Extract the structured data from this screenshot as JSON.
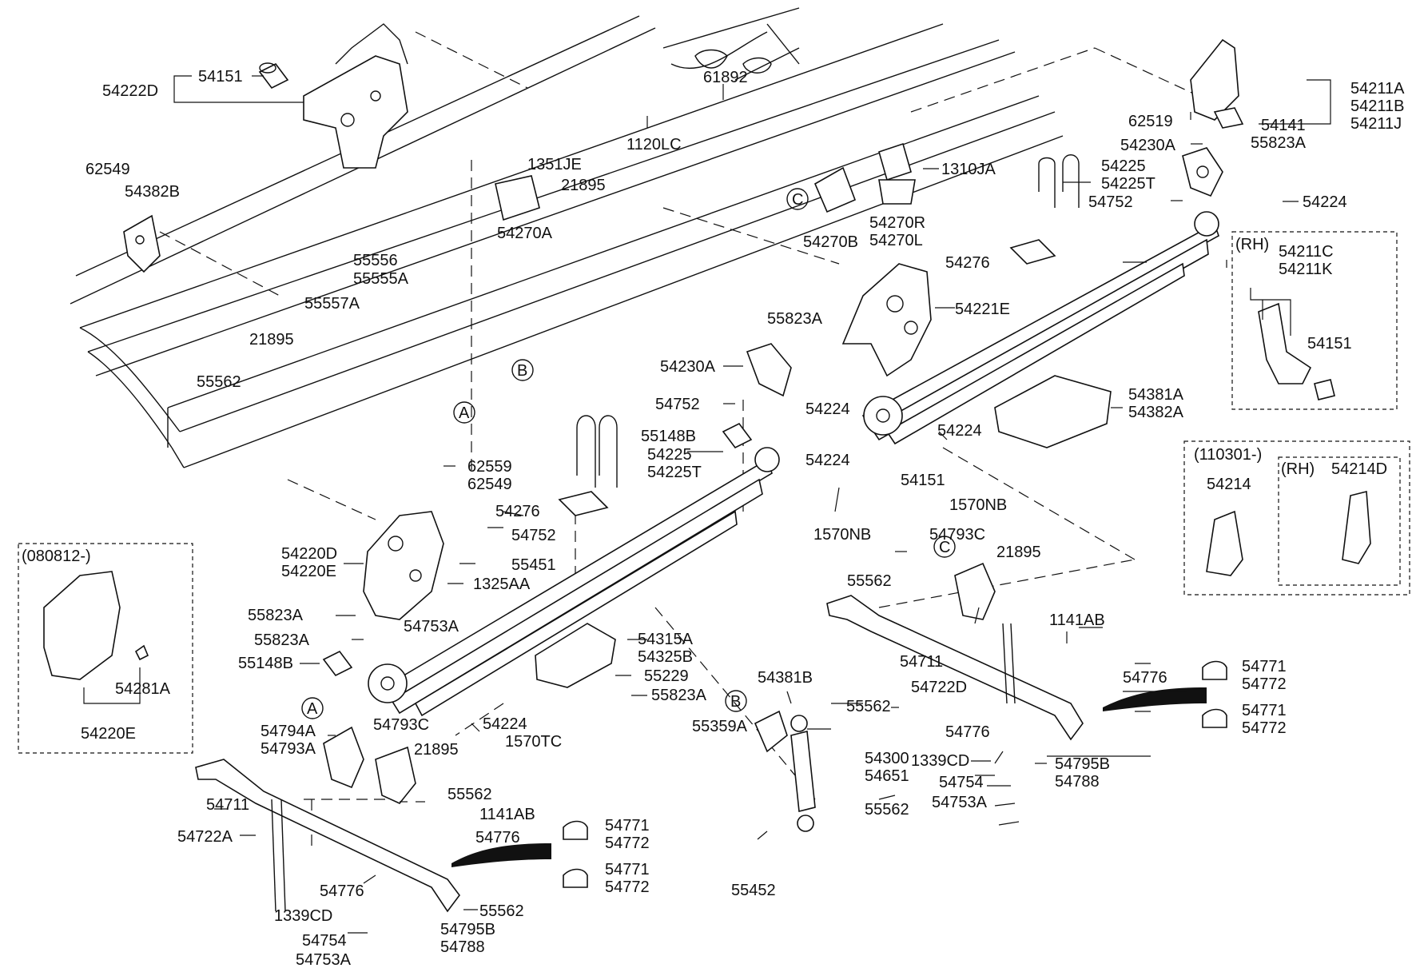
{
  "labels": {
    "c54151a": "54151",
    "c54222D": "54222D",
    "c61892": "61892",
    "c1120LC": "1120LC",
    "c62549a": "62549",
    "c54382B": "54382B",
    "c1351JE": "1351JE",
    "c21895a": "21895",
    "c54270A": "54270A",
    "c55556": "55556",
    "c55555A": "55555A",
    "c55557A": "55557A",
    "c21895b": "21895",
    "c55562a": "55562",
    "c54270B": "54270B",
    "c54270R": "54270R",
    "c54270L": "54270L",
    "c1310JA": "1310JA",
    "c54211A": "54211A",
    "c54211B": "54211B",
    "c54211J": "54211J",
    "c62519": "62519",
    "c54141": "54141",
    "c54230Aa": "54230A",
    "c55823Aa": "55823A",
    "c54225a": "54225",
    "c54225Ta": "54225T",
    "c54752a": "54752",
    "c54224a": "54224",
    "c54276a": "54276",
    "c54221E": "54221E",
    "c55823Ab": "55823A",
    "c54230Ab": "54230A",
    "c54752b": "54752",
    "c54224b": "54224",
    "c54224c": "54224",
    "c54381A": "54381A",
    "c54382A": "54382A",
    "c54151b": "54151",
    "c1570NBa": "1570NB",
    "c55148Ba": "55148B",
    "c54225b": "54225",
    "c54225Tb": "54225T",
    "c62559": "62559",
    "c62549b": "62549",
    "c54224d": "54224",
    "c1570NBb": "1570NB",
    "c54276b": "54276",
    "c54752c": "54752",
    "c54220D": "54220D",
    "c54220E": "54220E",
    "c55451": "55451",
    "c1325AA": "1325AA",
    "c55823Ac": "55823A",
    "c54753Aa": "54753A",
    "c55823Ad": "55823A",
    "c55148Bb": "55148B",
    "c54315A": "54315A",
    "c54325B": "54325B",
    "c55229": "55229",
    "c55823Ae": "55823A",
    "c54224e": "54224",
    "c1570TC": "1570TC",
    "c54793Ca": "54793C",
    "c21895c": "21895",
    "c55562b": "55562",
    "c54711a": "54711",
    "c1141ABa": "1141AB",
    "c54722D": "54722D",
    "c54776a": "54776",
    "c54381B": "54381B",
    "c55562c": "55562",
    "c55359A": "55359A",
    "c54300": "54300",
    "c54651": "54651",
    "c55562d": "55562",
    "c55452": "55452",
    "c54794A": "54794A",
    "c54793A": "54793A",
    "c54793Cb": "54793C",
    "c21895d": "21895",
    "c55562e": "55562",
    "c54711b": "54711",
    "c1141ABb": "1141AB",
    "c54722A": "54722A",
    "c54776b": "54776",
    "c54776c": "54776",
    "c1339CDa": "1339CD",
    "c54754a": "54754",
    "c54753Ab": "54753A",
    "c55562f": "55562",
    "c54795Ba": "54795B",
    "c54788a": "54788",
    "c54771a": "54771",
    "c54772a": "54772",
    "c54771b": "54771",
    "c54772b": "54772",
    "c54776d": "54776",
    "c1339CDb": "1339CD",
    "c54754b": "54754",
    "c54753Ac": "54753A",
    "c54795Bb": "54795B",
    "c54788b": "54788",
    "c54771c": "54771",
    "c54772c": "54772",
    "c54771d": "54771",
    "c54772d": "54772",
    "c54281A": "54281A",
    "c54220Eb": "54220E",
    "c54214": "54214",
    "c54214D": "54214D",
    "c54211C": "54211C",
    "c54211K": "54211K",
    "c54151c": "54151"
  },
  "insets": {
    "inset1_title": "(080812-)",
    "inset2_title": "(RH)",
    "inset3_title": "(110301-)",
    "inset3_rh": "(RH)"
  },
  "callouts": {
    "a1": "A",
    "a2": "A",
    "b1": "B",
    "b2": "B",
    "c1": "C",
    "c2": "C"
  }
}
